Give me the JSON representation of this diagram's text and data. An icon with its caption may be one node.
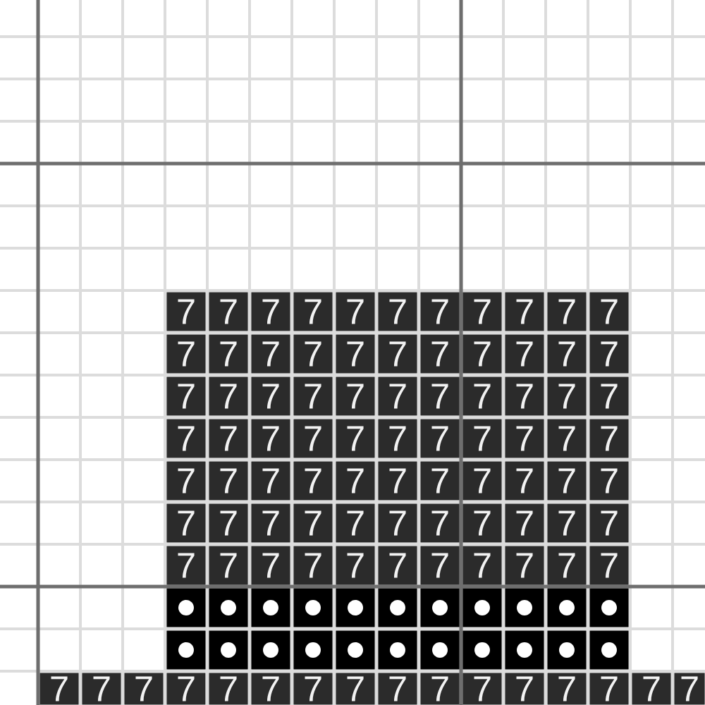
{
  "diagram": {
    "labels": [
      "7",
      "7",
      "7",
      "7",
      "7",
      "7",
      "7",
      "7",
      "7",
      "7",
      "7",
      "7",
      "7",
      "7",
      "7",
      "7",
      "7",
      "7",
      "7",
      "7",
      "7",
      "7",
      "7",
      "7",
      "7",
      "7",
      "7",
      "7",
      "7",
      "7",
      "7",
      "7",
      "7",
      "7",
      "7",
      "7",
      "7",
      "7",
      "7",
      "7",
      "7",
      "7",
      "7",
      "7",
      "7",
      "7",
      "7",
      "7",
      "7",
      "7",
      "7",
      "7",
      "7",
      "7",
      "7",
      "7",
      "7",
      "7",
      "7",
      "7",
      "7",
      "7",
      "7",
      "7",
      "7",
      "7",
      "7",
      "7",
      "7",
      "7",
      "7",
      "7",
      "7",
      "7",
      "7",
      "7",
      "7",
      "7",
      "7",
      "7",
      "7",
      "7",
      "7",
      "7",
      "7",
      "7",
      "7",
      "7",
      "7",
      "7",
      "7",
      "7",
      "7"
    ]
  }
}
